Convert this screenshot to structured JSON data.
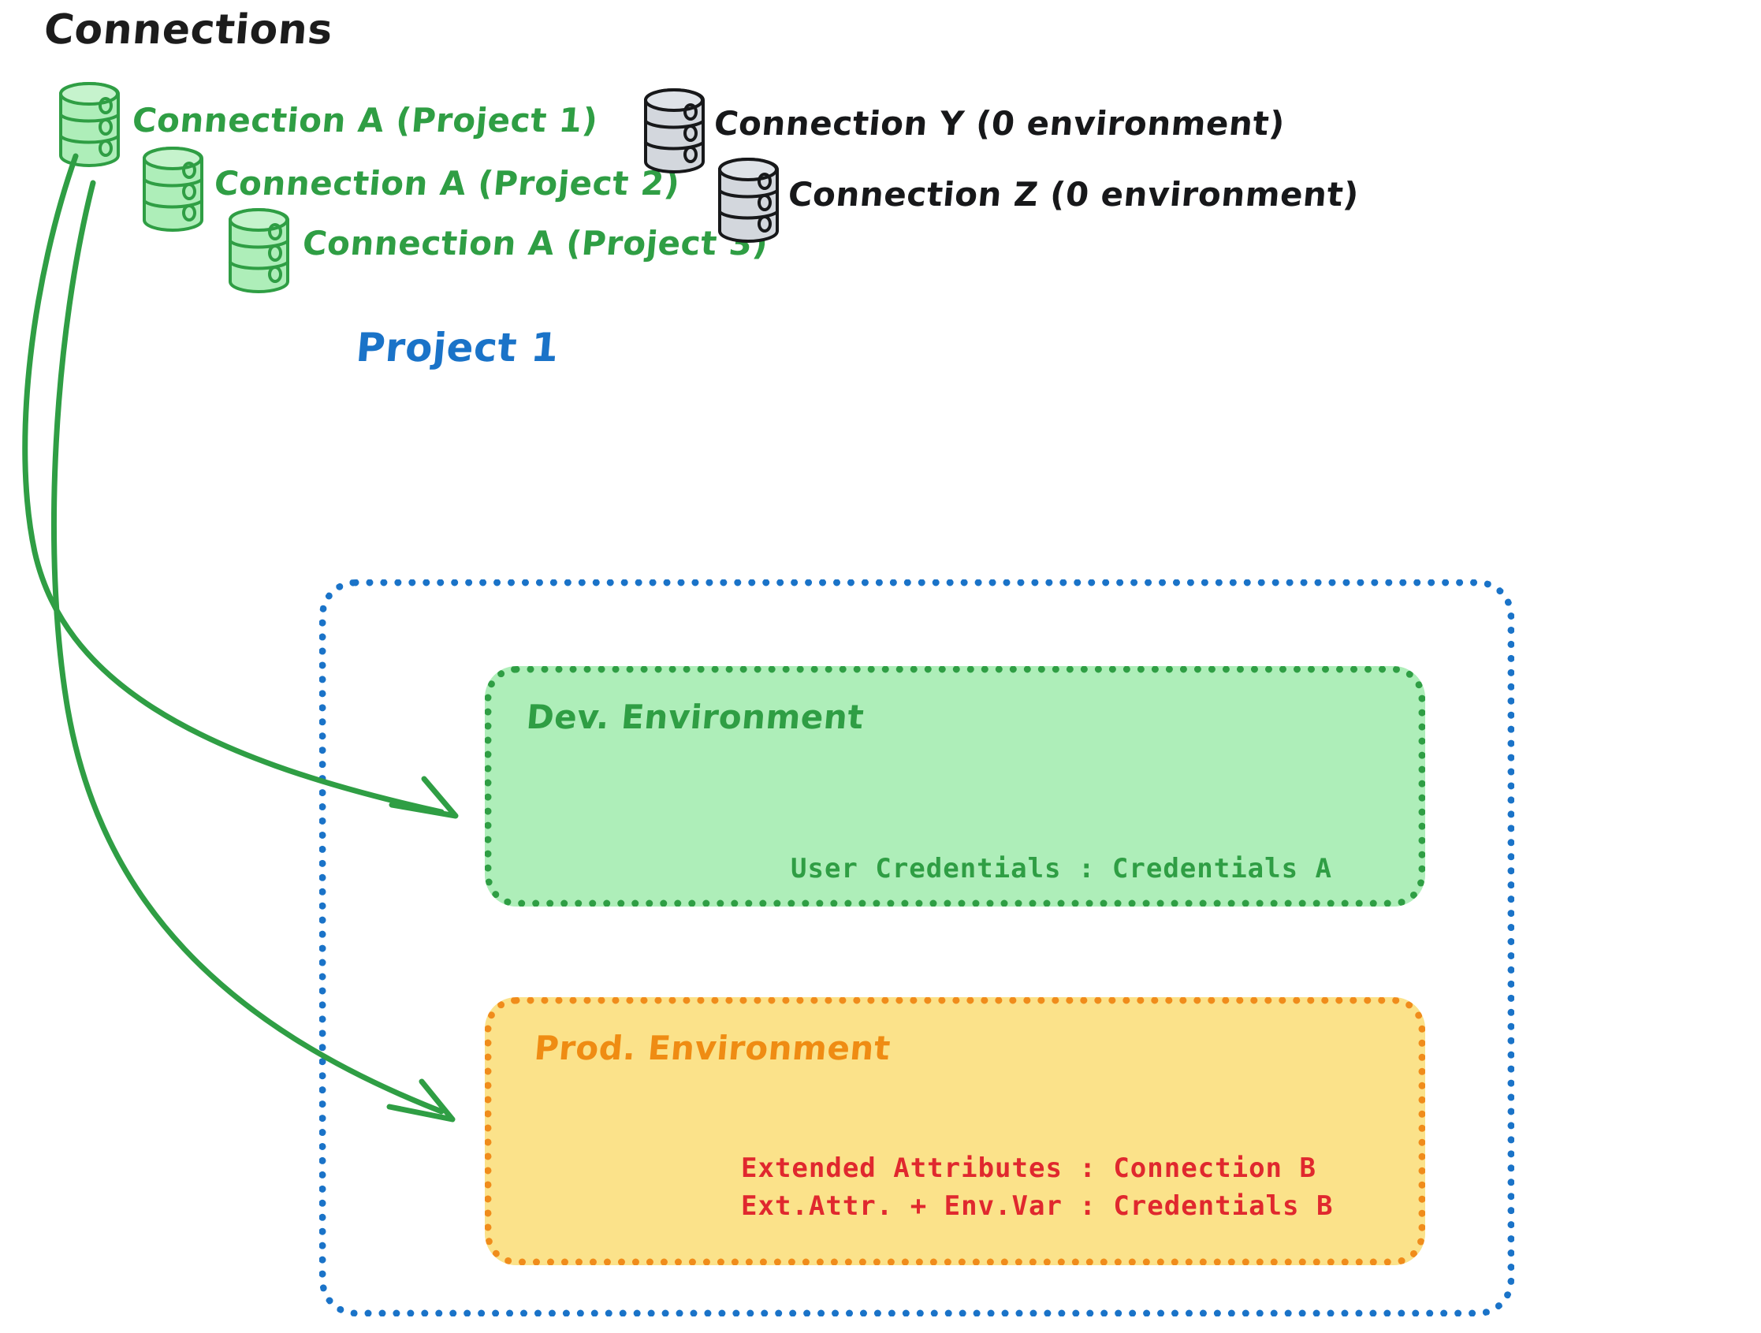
{
  "headings": {
    "connections": "Connections",
    "project": "Project 1"
  },
  "connections": {
    "green": [
      {
        "label": "Connection A (Project 1)",
        "icon": "database-cylinder-icon"
      },
      {
        "label": "Connection A (Project 2)",
        "icon": "database-cylinder-icon"
      },
      {
        "label": "Connection A (Project 3)",
        "icon": "database-cylinder-icon"
      }
    ],
    "gray": [
      {
        "label": "Connection Y (0 environment)",
        "icon": "database-cylinder-icon"
      },
      {
        "label": "Connection Z (0 environment)",
        "icon": "database-cylinder-icon"
      }
    ]
  },
  "environments": [
    {
      "name": "Dev. Environment",
      "lines": [
        "User Credentials : Credentials A"
      ]
    },
    {
      "name": "Prod. Environment",
      "lines": [
        "Extended Attributes : Connection B",
        "Ext.Attr. + Env.Var : Credentials B"
      ]
    }
  ],
  "colors": {
    "green_stroke": "#2f9e44",
    "green_fill": "#aeeeb9",
    "orange_stroke": "#ef8c13",
    "yellow_fill": "#fbe28a",
    "blue_stroke": "#1a73c8",
    "red_text": "#e0282e",
    "gray_fill": "#d3d7dd",
    "dark_stroke": "#17181a"
  }
}
